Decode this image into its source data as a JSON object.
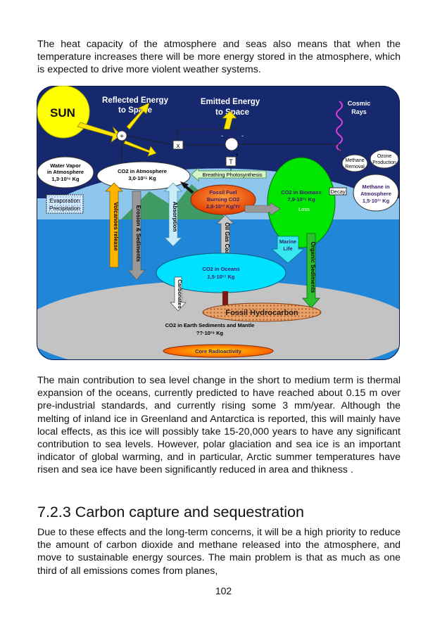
{
  "paragraphs": {
    "intro": "The heat capacity of the atmosphere and seas also means that when the temperature increases there will be more energy stored in the atmosphere, which is expected to drive more violent weather systems.",
    "sea_level": "The main contribution to sea level change in the short to medium term is thermal expansion of the oceans, currently predicted to have reached about 0.15 m over pre-industrial standards, and currently rising some 3 mm/year. Although the melting of inland ice in Greenland and Antarctica is reported, this will mainly have local effects, as this ice will possibly take 15-20,000 years to have any significant contribution to sea levels. However, polar glaciation and sea ice is an important indicator of global warming, and in particular, Arctic summer temperatures have risen and sea ice have been significantly reduced in area and thikness .",
    "carbon": "Due to these effects and the long-term concerns, it will be a high priority to reduce the amount of carbon dioxide and methane released into the atmosphere, and move to sustainable energy sources. The main problem is that as much as one third of all emissions comes from planes,"
  },
  "section_heading": "7.2.3 Carbon capture and sequestration",
  "page_number": "102",
  "diagram": {
    "sun": "SUN",
    "reflected_1": "Reflected Energy",
    "reflected_2": "to Space",
    "emitted_1": "Emitted Energy",
    "emitted_2": "to Space",
    "cosmic_1": "Cosmic",
    "cosmic_2": "Rays",
    "plus": "+",
    "times": "x",
    "t_box": "T",
    "minus_1": "-",
    "minus_2": "-",
    "plus_2": "+",
    "ozone_1": "Ozone",
    "ozone_2": "Production",
    "methane_removal_1": "Methane",
    "methane_removal_2": "Removal",
    "water_vapor_1": "Water Vapor",
    "water_vapor_2": "in Atmosphere",
    "water_vapor_3": "1,3·10¹⁶ Kg",
    "co2_atm_1": "CO2 in Atmosphere",
    "co2_atm_2": "3,0·10¹⁵ Kg",
    "breathing": "Breathing Photosynthesis",
    "fossil_fuel_1": "Fossil Fuel",
    "fossil_fuel_2": "Burning CO2",
    "fossil_fuel_3": "2,8·10¹³ Kg/Yr",
    "co2_biomass_1": "CO2 in Biomass",
    "co2_biomass_2": "7,9·10¹⁵ Kg",
    "decay": "Decay",
    "methane_atm_1": "Methane in",
    "methane_atm_2": "Atmosphere",
    "methane_atm_3": "1,5·10¹¹ Kg",
    "loss": "Loss",
    "evaporation": "Evaporation",
    "precipitation": "Precipitation",
    "volcanoes": "Volcanoes release",
    "erosion": "Erosion & Sediments",
    "absorption": "Absorption",
    "oil_gas_coal": "Oil Gas Coal",
    "marine_1": "Marine",
    "marine_2": "Life",
    "organic": "Organic Sediments",
    "co2_oceans_1": "CO2 in Oceans",
    "co2_oceans_2": "1,5·10¹⁷ Kg",
    "carbonates": "Carbonates",
    "fossil_hydrocarbon": "Fossil Hydrocarbon",
    "sediments_1": "CO2 in Earth Sediments and Mantle",
    "sediments_2": "??·10¹⁹ Kg",
    "core": "Core Radioactivity"
  },
  "colors": {
    "sky": "#8fc6ee",
    "ocean": "#1f86d8",
    "earth": "#c3c3c3",
    "sun": "#ffff00",
    "biomass": "#00e600",
    "fossil": "#ff5a00",
    "mountain": "#3f9a63"
  }
}
